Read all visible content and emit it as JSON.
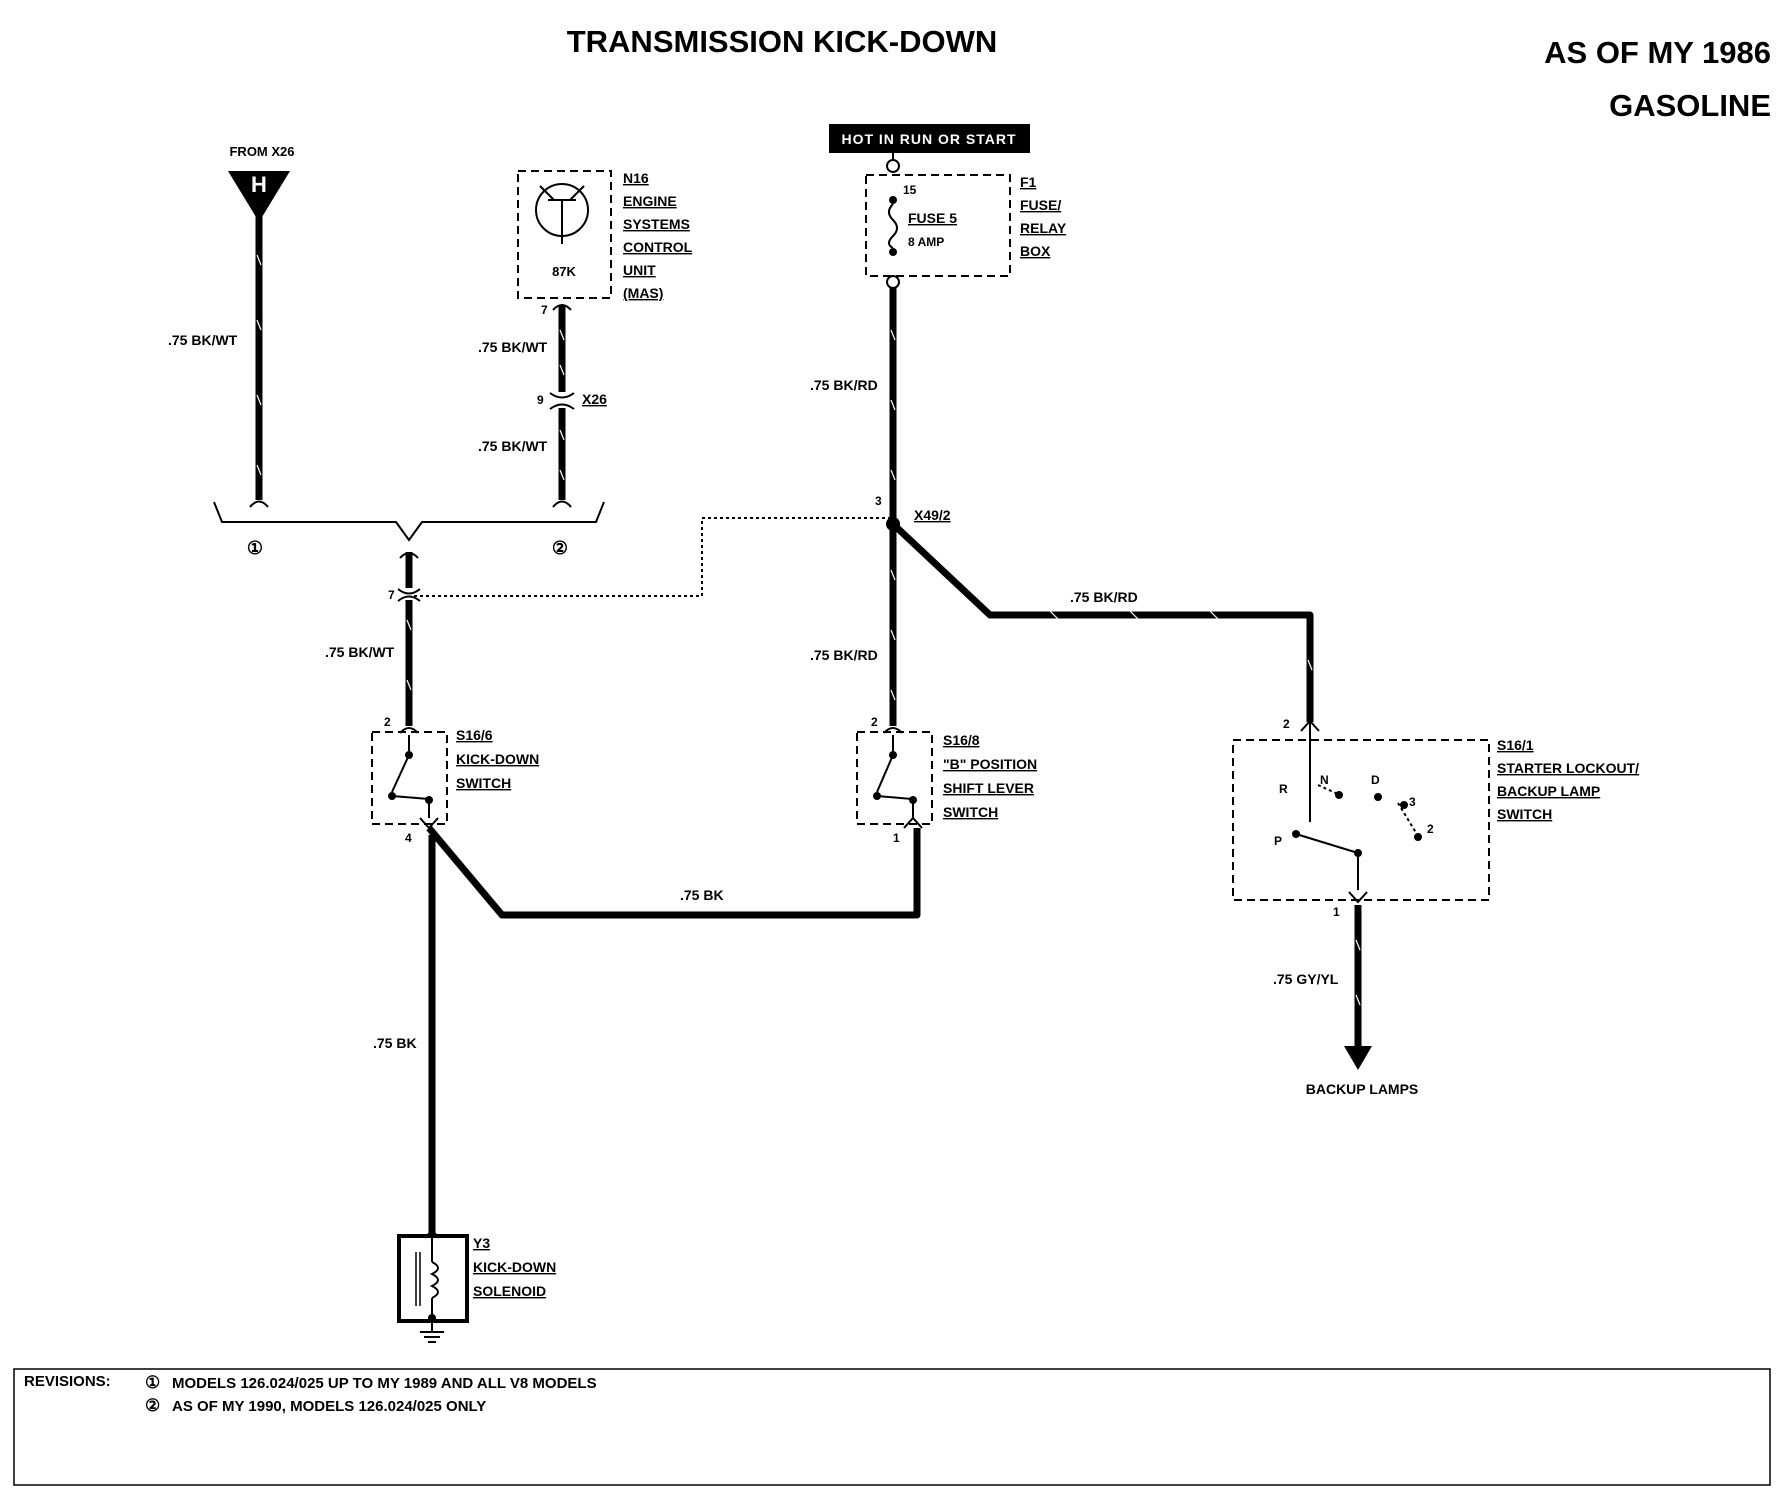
{
  "title": "TRANSMISSION KICK-DOWN",
  "subtitle_line1": "AS OF MY 1986",
  "subtitle_line2": "GASOLINE",
  "hot_label": "HOT IN RUN OR START",
  "from_x26": "FROM X26",
  "connector_h": "H",
  "wires": {
    "bkwt_left": ".75 BK/WT",
    "bkwt_n16_upper": ".75 BK/WT",
    "bkwt_n16_lower": ".75 BK/WT",
    "bkwt_center": ".75 BK/WT",
    "bkrd_fuse": ".75 BK/RD",
    "bkrd_vertical": ".75 BK/RD",
    "bkrd_branch": ".75 BK/RD",
    "bk_horizontal": ".75 BK",
    "bk_vertical": ".75 BK",
    "gyyl": ".75 GY/YL"
  },
  "components": {
    "n16_id": "N16",
    "n16_l1": "ENGINE",
    "n16_l2": "SYSTEMS",
    "n16_l3": "CONTROL",
    "n16_l4": "UNIT",
    "n16_l5": "(MAS)",
    "n16_code": "87K",
    "x26": "X26",
    "f1_id": "F1",
    "f1_l1": "FUSE/",
    "f1_l2": "RELAY",
    "f1_l3": "BOX",
    "fuse_name": "FUSE 5",
    "fuse_amp": "8 AMP",
    "x49": "X49/2",
    "s166_id": "S16/6",
    "s166_l1": "KICK-DOWN",
    "s166_l2": "SWITCH",
    "s168_id": "S16/8",
    "s168_l1": "\"B\" POSITION",
    "s168_l2": "SHIFT LEVER",
    "s168_l3": "SWITCH",
    "s161_id": "S16/1",
    "s161_l1": "STARTER LOCKOUT/",
    "s161_l2": "BACKUP LAMP",
    "s161_l3": "SWITCH",
    "y3_id": "Y3",
    "y3_l1": "KICK-DOWN",
    "y3_l2": "SOLENOID",
    "backup_lamps": "BACKUP LAMPS"
  },
  "gear_positions": {
    "r": "R",
    "n": "N",
    "d": "D",
    "g3": "3",
    "g2": "2",
    "p": "P"
  },
  "pins": {
    "n16_pin": "7",
    "x26_pin": "9",
    "fuse_top": "15",
    "x49_pin": "3",
    "center_pin": "7",
    "s166_top": "2",
    "s166_bottom": "4",
    "s168_top": "2",
    "s168_bottom": "1",
    "s161_top": "2",
    "s161_bottom": "1"
  },
  "markers": {
    "m1": "①",
    "m2": "②"
  },
  "revisions": {
    "label": "REVISIONS:",
    "r1_marker": "①",
    "r1_text": "MODELS 126.024/025 UP TO MY 1989 AND ALL V8 MODELS",
    "r2_marker": "②",
    "r2_text": "AS OF MY 1990, MODELS 126.024/025 ONLY"
  }
}
